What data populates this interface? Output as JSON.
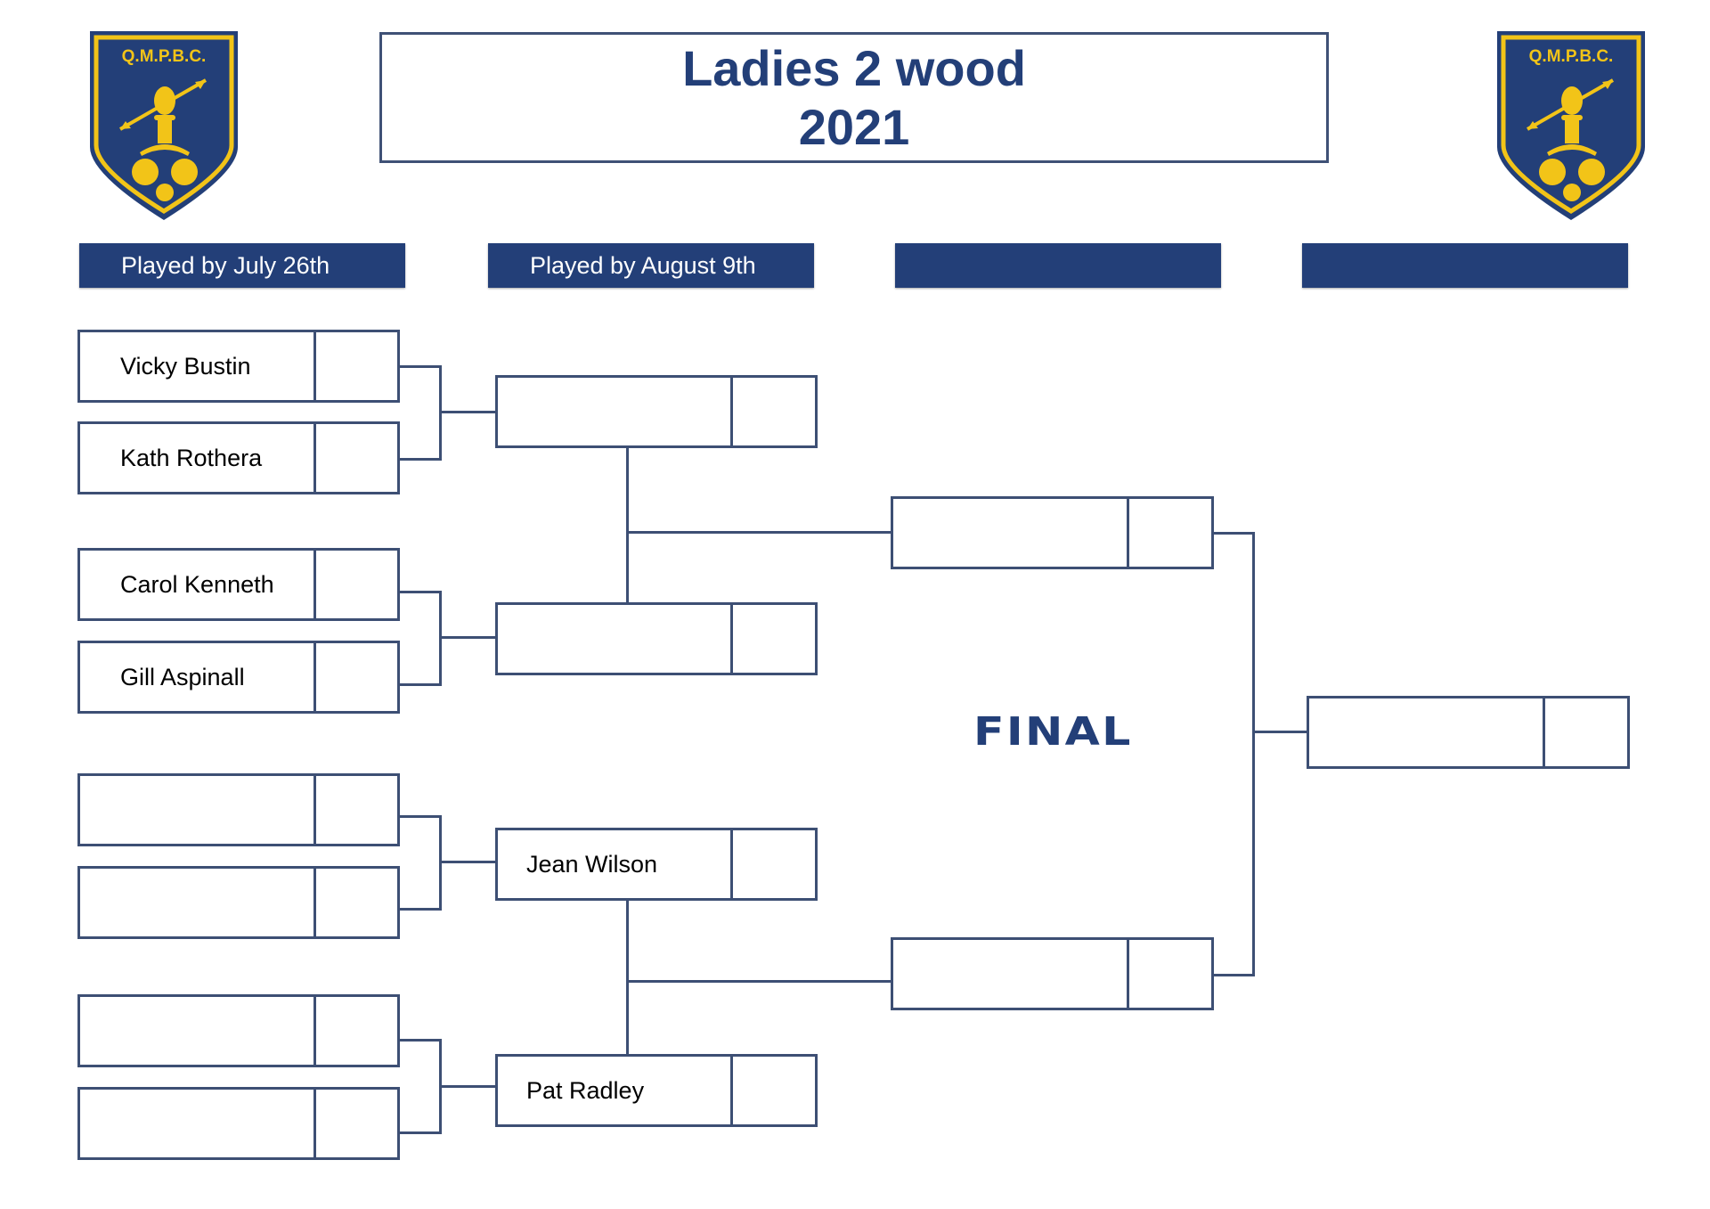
{
  "title": {
    "line1": "Ladies 2 wood",
    "line2": "2021"
  },
  "logos": {
    "left": {
      "text": "Q.M.P.B.C.",
      "icon": "club-crest-icon"
    },
    "right": {
      "text": "Q.M.P.B.C.",
      "icon": "club-crest-icon"
    }
  },
  "colors": {
    "navy": "#233f78",
    "border": "#3d4f74",
    "gold": "#f2c418"
  },
  "round_headers": [
    {
      "label": "Played by July 26th"
    },
    {
      "label": "Played by August 9th"
    },
    {
      "label": ""
    },
    {
      "label": ""
    }
  ],
  "round1": [
    {
      "name": "Vicky Bustin",
      "score": ""
    },
    {
      "name": "Kath Rothera",
      "score": ""
    },
    {
      "name": "Carol Kenneth",
      "score": ""
    },
    {
      "name": "Gill Aspinall",
      "score": ""
    },
    {
      "name": "",
      "score": ""
    },
    {
      "name": "",
      "score": ""
    },
    {
      "name": "",
      "score": ""
    },
    {
      "name": "",
      "score": ""
    }
  ],
  "round2": [
    {
      "name": "",
      "score": ""
    },
    {
      "name": "",
      "score": ""
    },
    {
      "name": "Jean Wilson",
      "score": ""
    },
    {
      "name": "Pat Radley",
      "score": ""
    }
  ],
  "round3": [
    {
      "name": "",
      "score": ""
    },
    {
      "name": "",
      "score": ""
    }
  ],
  "final": {
    "label": "FINAL",
    "winner": {
      "name": "",
      "score": ""
    }
  }
}
